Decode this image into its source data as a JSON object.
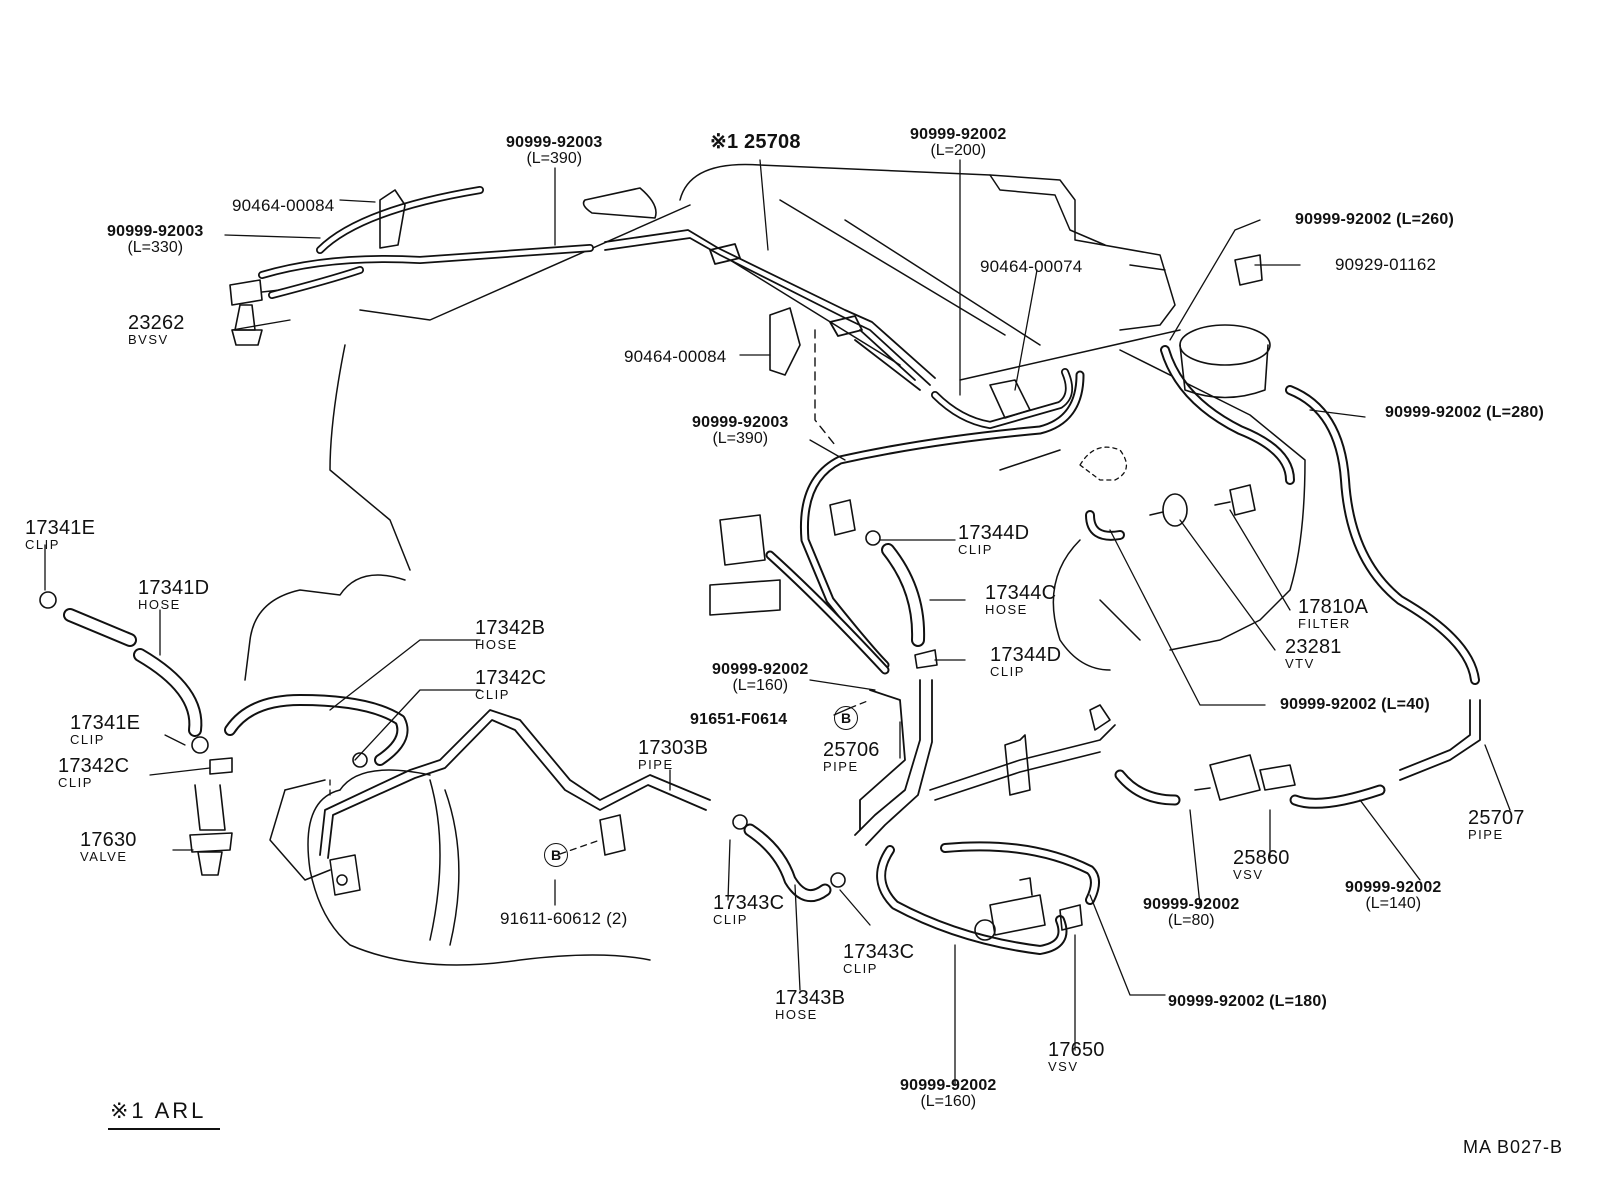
{
  "parts": {
    "p_23262": {
      "number": "23262",
      "name": "BVSV"
    },
    "p_90464_00084_a": {
      "number": "90464-00084"
    },
    "p_90999_92003_330": {
      "number": "90999-92003",
      "length": "(L=330)"
    },
    "p_90999_92003_390_top": {
      "number": "90999-92003",
      "length": "(L=390)"
    },
    "p_25708": {
      "marker": "※1",
      "number": "25708"
    },
    "p_90999_92002_200": {
      "number": "90999-92002",
      "length": "(L=200)"
    },
    "p_90464_00074": {
      "number": "90464-00074"
    },
    "p_90464_00084_b": {
      "number": "90464-00084"
    },
    "p_90999_92003_390_mid": {
      "number": "90999-92003",
      "length": "(L=390)"
    },
    "p_90999_92002_260": {
      "number": "90999-92002 (L=260)"
    },
    "p_90929_01162": {
      "number": "90929-01162"
    },
    "p_90999_92002_280": {
      "number": "90999-92002 (L=280)"
    },
    "p_17344D_a": {
      "number": "17344D",
      "name": "CLIP"
    },
    "p_17344C": {
      "number": "17344C",
      "name": "HOSE"
    },
    "p_17344D_b": {
      "number": "17344D",
      "name": "CLIP"
    },
    "p_17810A": {
      "number": "17810A",
      "name": "FILTER"
    },
    "p_23281": {
      "number": "23281",
      "name": "VTV"
    },
    "p_90999_92002_40": {
      "number": "90999-92002 (L=40)"
    },
    "p_17341E_a": {
      "number": "17341E",
      "name": "CLIP"
    },
    "p_17341D": {
      "number": "17341D",
      "name": "HOSE"
    },
    "p_17342B": {
      "number": "17342B",
      "name": "HOSE"
    },
    "p_17342C_a": {
      "number": "17342C",
      "name": "CLIP"
    },
    "p_17341E_b": {
      "number": "17341E",
      "name": "CLIP"
    },
    "p_17342C_b": {
      "number": "17342C",
      "name": "CLIP"
    },
    "p_17630": {
      "number": "17630",
      "name": "VALVE"
    },
    "p_17303B": {
      "number": "17303B",
      "name": "PIPE"
    },
    "p_91611_60612": {
      "number": "91611-60612 (2)",
      "ref": "B"
    },
    "p_90999_92002_160_mid": {
      "number": "90999-92002",
      "length": "(L=160)"
    },
    "p_91651_F0614": {
      "number": "91651-F0614",
      "ref": "B"
    },
    "p_25706": {
      "number": "25706",
      "name": "PIPE"
    },
    "p_17343C_a": {
      "number": "17343C",
      "name": "CLIP"
    },
    "p_17343C_b": {
      "number": "17343C",
      "name": "CLIP"
    },
    "p_17343B": {
      "number": "17343B",
      "name": "HOSE"
    },
    "p_25860": {
      "number": "25860",
      "name": "VSV"
    },
    "p_90999_92002_80": {
      "number": "90999-92002",
      "length": "(L=80)"
    },
    "p_90999_92002_140": {
      "number": "90999-92002",
      "length": "(L=140)"
    },
    "p_25707": {
      "number": "25707",
      "name": "PIPE"
    },
    "p_90999_92002_180": {
      "number": "90999-92002 (L=180)"
    },
    "p_17650": {
      "number": "17650",
      "name": "VSV"
    },
    "p_90999_92002_160_bot": {
      "number": "90999-92002",
      "length": "(L=160)"
    }
  },
  "footnote": "※1  ARL",
  "drawing_code": "MA  B027-B"
}
